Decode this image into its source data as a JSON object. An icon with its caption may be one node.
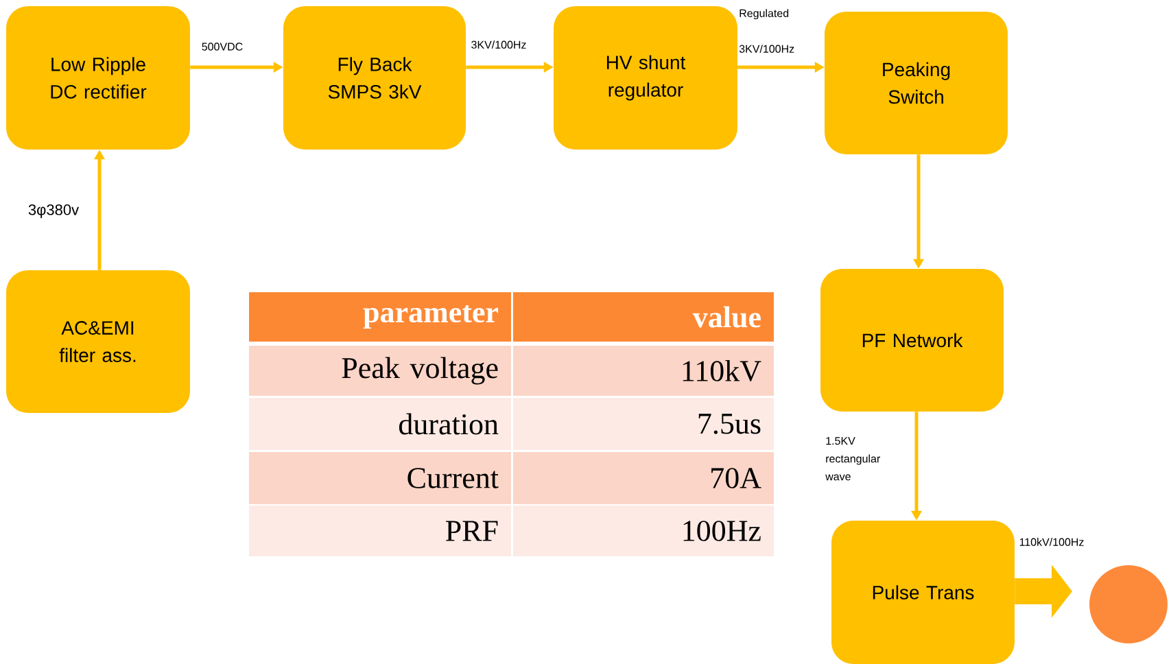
{
  "diagram": {
    "nodes": [
      {
        "text": [
          "Low Ripple DC rectifier"
        ]
      },
      {
        "text": [
          "Fly Back SMPS 3kV"
        ]
      },
      {
        "text": [
          "HV shunt regulator"
        ]
      },
      {
        "text": [
          "Peaking Switch"
        ]
      },
      {
        "text": [
          "AC&EMI filter ass."
        ]
      },
      {
        "text": [
          "PF Network"
        ]
      },
      {
        "text": [
          "Pulse Trans"
        ]
      },
      {
        "text": [],
        "shape": "circle"
      }
    ],
    "edges": [
      {
        "from": 4,
        "to": 0,
        "arrow": "to",
        "label": "3φ380v"
      },
      {
        "from": 0,
        "to": 1,
        "arrow": "to",
        "label": "500VDC"
      },
      {
        "from": 1,
        "to": 2,
        "arrow": "to",
        "label": "3KV/100Hz"
      },
      {
        "from": 2,
        "to": 3,
        "arrow": "to",
        "label": "Regulated 3KV/100Hz"
      },
      {
        "from": 3,
        "to": 5,
        "arrow": "to"
      },
      {
        "from": 5,
        "to": 6,
        "arrow": "to",
        "label": "1.5KV rectangular wave"
      },
      {
        "from": 6,
        "to": 7,
        "arrow": "to",
        "label": "110kV/100Hz",
        "style": "thick"
      }
    ],
    "labels": [
      "parameter",
      "value",
      "Peak voltage",
      "110kV",
      "duration",
      "7.5us",
      "Current",
      "70A",
      "PRF",
      "100Hz"
    ]
  }
}
